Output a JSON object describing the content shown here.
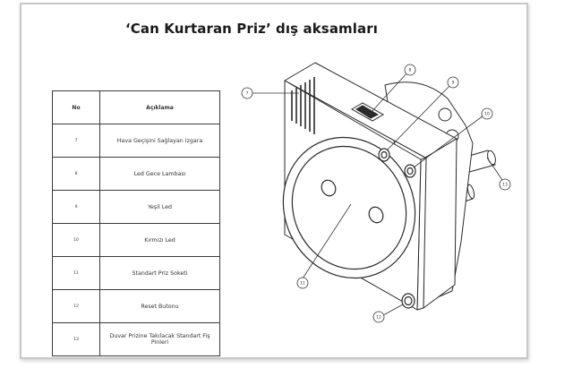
{
  "title": "‘Can Kurtaran Priz’  dış aksamları",
  "table": {
    "headers": [
      "No",
      "Açıklama"
    ],
    "rows": [
      {
        "no": "7",
        "desc": "Hava Geçişini Sağlayan Izgara"
      },
      {
        "no": "8",
        "desc": "Led Gece Lambası"
      },
      {
        "no": "9",
        "desc": "Yeşil Led"
      },
      {
        "no": "10",
        "desc": "Kırmızı Led"
      },
      {
        "no": "11",
        "desc": "Standart Priz Soketi"
      },
      {
        "no": "12",
        "desc": "Reset Butonu"
      },
      {
        "no": "13",
        "desc": "Duvar Prizine Takılacak Standart Fiş Pinleri"
      }
    ]
  },
  "callouts": [
    "7",
    "8",
    "9",
    "10",
    "11",
    "12",
    "13"
  ]
}
